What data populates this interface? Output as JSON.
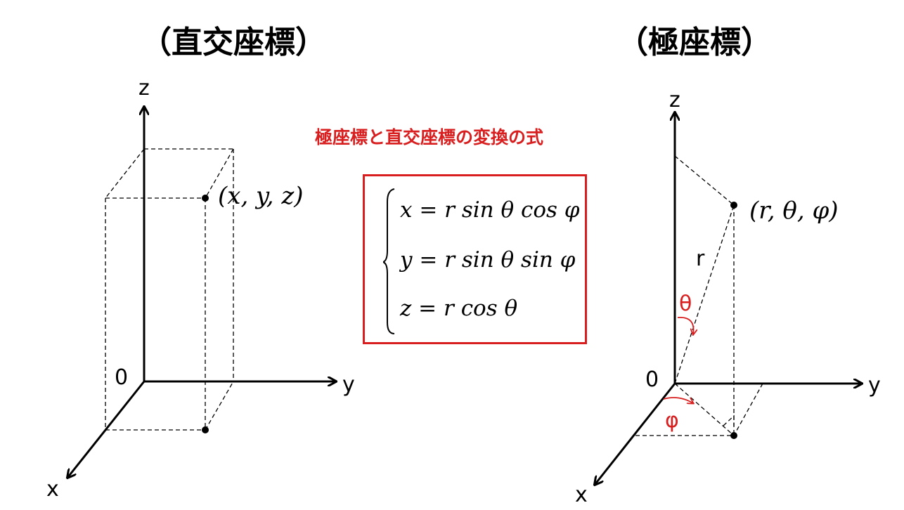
{
  "titles": {
    "left": "（直交座標）",
    "right": "（極座標）"
  },
  "subtitle": "極座標と直交座標の変換の式",
  "formulas": {
    "eq1": "x = r sin θ cos φ",
    "eq2": "y = r sin θ sin φ",
    "eq3": "z = r cos θ"
  },
  "left_diagram": {
    "origin": "0",
    "x": "x",
    "y": "y",
    "z": "z",
    "point": "(x, y, z)"
  },
  "right_diagram": {
    "origin": "0",
    "x": "x",
    "y": "y",
    "z": "z",
    "point": "(r, θ, φ)",
    "r": "r",
    "theta": "θ",
    "phi": "φ"
  },
  "colors": {
    "accent": "#d81e1e",
    "line": "#000000"
  }
}
